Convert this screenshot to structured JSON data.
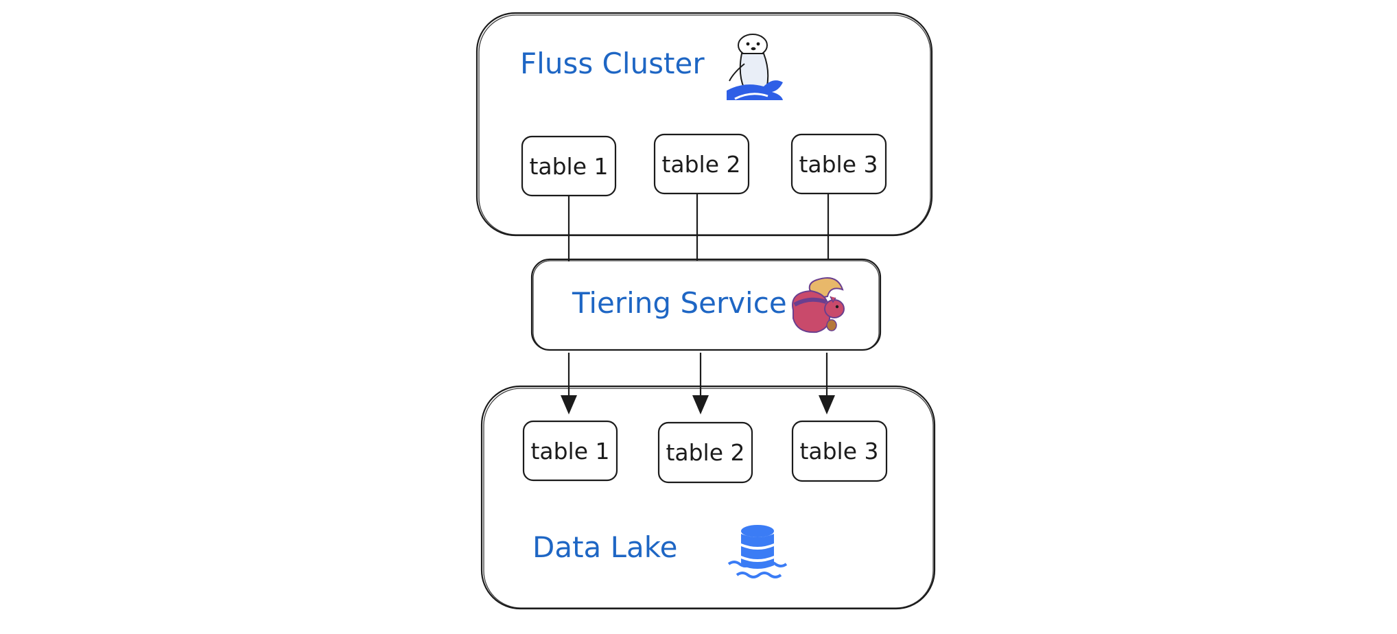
{
  "fluss_cluster": {
    "title": "Fluss Cluster",
    "tables": [
      "table 1",
      "table 2",
      "table 3"
    ],
    "logo_icon": "otter-wave-icon"
  },
  "tiering_service": {
    "title": "Tiering Service",
    "logo_icon": "squirrel-icon"
  },
  "data_lake": {
    "title": "Data Lake",
    "tables": [
      "table 1",
      "table 2",
      "table 3"
    ],
    "logo_icon": "database-water-icon"
  },
  "colors": {
    "title_blue": "#1e66c4",
    "stroke": "#1b1b1b",
    "icon_blue": "#3b7cf5",
    "squirrel_red": "#c94a6b",
    "squirrel_purple": "#6a3f8f",
    "squirrel_tail": "#e8b86a"
  }
}
